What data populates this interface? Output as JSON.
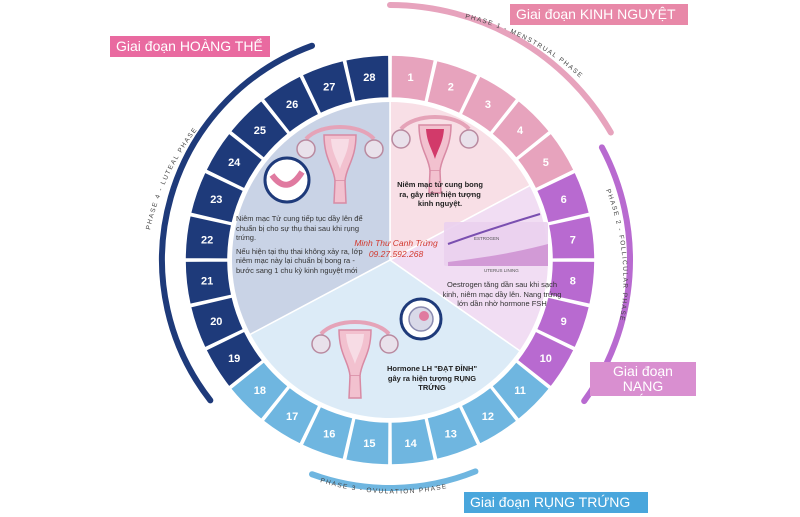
{
  "phases": {
    "menstrual": {
      "badge": "Giai đoạn KINH NGUYỆT",
      "ring_label": "PHASE 1 - MENSTRUAL PHASE",
      "days": [
        1,
        2,
        3,
        4,
        5
      ],
      "color": "#e7a3bd"
    },
    "follicular": {
      "badge_line1": "Giai đoạn NANG",
      "badge_line2": "TRỨNG",
      "ring_label": "PHASE 2 - FOLLICULAR PHASE",
      "days": [
        6,
        7,
        8,
        9,
        10
      ],
      "color": "#b86ad0"
    },
    "ovulation": {
      "badge": "Giai đoạn RỤNG TRỨNG",
      "ring_label": "PHASE 3 - OVULATION PHASE",
      "days": [
        11,
        12,
        13,
        14,
        15,
        16,
        17,
        18
      ],
      "color": "#6fb6e0"
    },
    "luteal": {
      "badge": "Giai đoạn HOÀNG THỂ",
      "ring_label": "PHASE 4 - LUTEAL PHASE",
      "days": [
        19,
        20,
        21,
        22,
        23,
        24,
        25,
        26,
        27,
        28
      ],
      "color": "#1e3a7a"
    }
  },
  "notes": {
    "luteal_p1": "Niêm mạc Tử cung tiếp tục dầy lên để chuẩn bị cho sự thụ thai sau khi rụng trứng.",
    "luteal_p2": "Nếu hiện tại thụ thai không xảy ra, lớp niêm mạc này lại chuẩn bị bong ra - bước sang 1 chu kỳ kinh nguyệt mới",
    "menstrual": "Niêm mạc tử cung bong ra, gây nên hiện tượng kinh nguyệt.",
    "follicular": "Oestrogen tăng dần sau khi sạch kinh, niêm mạc dầy lên. Nang trứng lớn dần nhờ hormone FSH",
    "ovulation": "Hormone LH \"ĐẠT ĐỈNH\" gây ra hiện tượng RỤNG TRỨNG"
  },
  "graph_labels": {
    "estrogen": "ESTROGEN",
    "uterus": "UTERUS LINING"
  },
  "watermark": {
    "name": "Minh Thư Canh Trứng",
    "phone": "09.27.592.268"
  },
  "colors": {
    "luteal_dark": "#1e3a7a",
    "luteal_bg": "#c9d3e6",
    "menstrual_bg": "#f8dfe6",
    "follicular_bg": "#f1ddf3",
    "ovulation_bg": "#dcebf7",
    "brand_red": "#d23a2f"
  }
}
